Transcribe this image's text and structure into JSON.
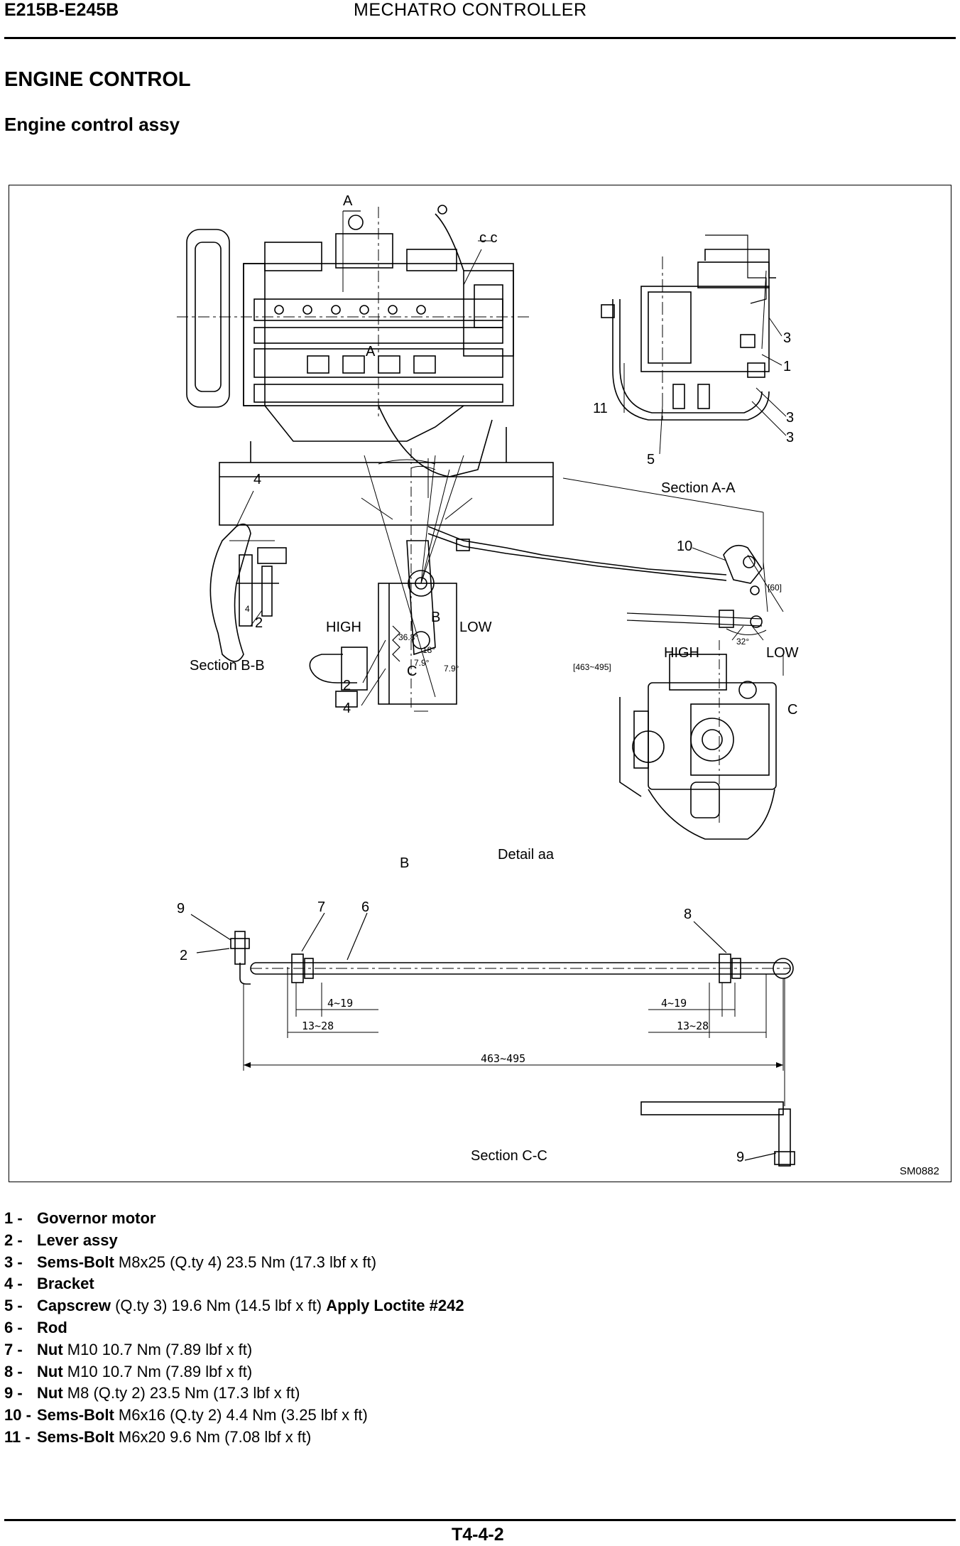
{
  "header": {
    "model": "E215B-E245B",
    "doc_title": "MECHATRO CONTROLLER"
  },
  "section_title": "ENGINE CONTROL",
  "subsection_title": "Engine control assy",
  "figure": {
    "code": "SM0882",
    "views": {
      "section_aa": "Section A-A",
      "section_bb": "Section B-B",
      "detail_aa": "Detail aa",
      "section_cc": "Section C-C"
    },
    "markers": {
      "a": "A",
      "b": "B",
      "c": "C",
      "cc": "c c"
    },
    "high": "HIGH",
    "low": "LOW",
    "dims": {
      "nut_range": "4~19",
      "nut_range_outer": "13~28",
      "rod_length": "463~495",
      "rod_length_detail": "[463~495]",
      "angle_1": "36.8°",
      "angle_2": "18°",
      "angle_3": "7.9°",
      "angle_4": "7.9°",
      "angle_5": "32°",
      "dim_6": "[60]"
    },
    "callouts": [
      "1",
      "2",
      "3",
      "4",
      "5",
      "6",
      "7",
      "8",
      "9",
      "10",
      "11"
    ]
  },
  "legend": [
    {
      "num": "1 -",
      "name": "Governor motor",
      "spec": ""
    },
    {
      "num": "2 -",
      "name": "Lever assy",
      "spec": ""
    },
    {
      "num": "3 -",
      "name": "Sems-Bolt",
      "spec": "M8x25 (Q.ty 4) 23.5 Nm (17.3 lbf x ft)"
    },
    {
      "num": "4 -",
      "name": "Bracket",
      "spec": ""
    },
    {
      "num": "5 -",
      "name": "Capscrew",
      "spec": "(Q.ty 3) 19.6 Nm (14.5 lbf x ft)",
      "note": "Apply Loctite #242"
    },
    {
      "num": "6 -",
      "name": "Rod",
      "spec": ""
    },
    {
      "num": "7 -",
      "name": "Nut",
      "spec": "M10 10.7 Nm (7.89 lbf x ft)"
    },
    {
      "num": "8 -",
      "name": "Nut",
      "spec": "M10 10.7 Nm (7.89 lbf x ft)"
    },
    {
      "num": "9 -",
      "name": "Nut",
      "spec": "M8 (Q.ty 2) 23.5 Nm (17.3 lbf x ft)"
    },
    {
      "num": "10 -",
      "name": "Sems-Bolt",
      "spec": "M6x16 (Q.ty 2) 4.4 Nm (3.25 lbf x ft)"
    },
    {
      "num": "11 -",
      "name": "Sems-Bolt",
      "spec": "M6x20 9.6 Nm (7.08 lbf x ft)"
    }
  ],
  "footer": {
    "page_number": "T4-4-2"
  }
}
